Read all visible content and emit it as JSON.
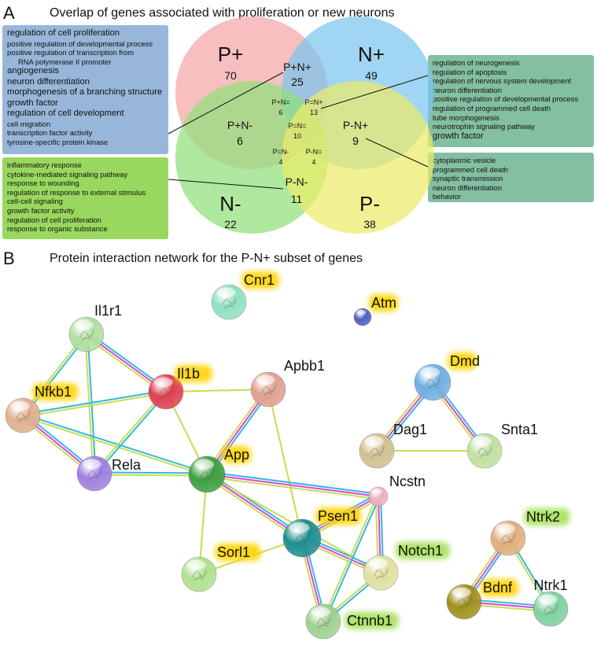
{
  "panel_a": {
    "letter": "A",
    "title": "Overlap of genes associated with proliferation or new neurons",
    "venn": {
      "sets": [
        {
          "label": "P+",
          "count": "70",
          "color": "#f4a6a6"
        },
        {
          "label": "N+",
          "count": "49",
          "color": "#7cc5ef"
        },
        {
          "label": "N-",
          "count": "22",
          "color": "#8fe07a"
        },
        {
          "label": "P-",
          "count": "38",
          "color": "#ecec6a"
        }
      ],
      "regions": [
        {
          "label": "P+N+",
          "count": "25"
        },
        {
          "label": "P+N-",
          "count": "6"
        },
        {
          "label": "P-N+",
          "count": "9"
        },
        {
          "label": "P-N-",
          "count": "11"
        },
        {
          "label": "P+N=",
          "count": "6"
        },
        {
          "label": "P=N+",
          "count": "13"
        },
        {
          "label": "P=N=",
          "count": "10"
        },
        {
          "label": "P=N-",
          "count": "4"
        },
        {
          "label": "P-N=",
          "count": "4"
        }
      ]
    },
    "term_boxes": [
      {
        "id": "p_plus_n_plus",
        "color": "#97b6d9",
        "terms": [
          {
            "text": "regulation of cell proliferation",
            "large": true
          },
          {
            "text": "positive regulation of developmental process"
          },
          {
            "text": "positive regulation of transcription from"
          },
          {
            "text": "RNA polymerase II promoter",
            "indent": true
          },
          {
            "text": "angiogenesis",
            "large": true
          },
          {
            "text": "neuron differentiation",
            "large": true
          },
          {
            "text": "morphogenesis of a branching structure",
            "large": true
          },
          {
            "text": "growth factor",
            "large": true
          },
          {
            "text": "regulation of cell development",
            "large": true
          },
          {
            "text": "cell migration"
          },
          {
            "text": "transcription factor activity"
          },
          {
            "text": "tyrosine-specific protein kinase"
          }
        ]
      },
      {
        "id": "p_minus_n_minus",
        "color": "#98d85e",
        "terms": [
          {
            "text": "inflammatory response"
          },
          {
            "text": "cytokine-mediated signaling pathway"
          },
          {
            "text": "response to wounding"
          },
          {
            "text": "regulation of response to external stimulus"
          },
          {
            "text": "cell-cell signaling"
          },
          {
            "text": "growth factor activity"
          },
          {
            "text": "regulation of cell proliferation"
          },
          {
            "text": "response to organic substance"
          }
        ]
      },
      {
        "id": "p_eq_n_plus",
        "color": "#83bfa1",
        "terms": [
          {
            "text": "regulation of neurogenesis"
          },
          {
            "text": "regulation of apoptosis"
          },
          {
            "text": "regulation of nervous system development"
          },
          {
            "text": "neuron differentiation"
          },
          {
            "text": "positive regulation of developmental process"
          },
          {
            "text": "regulation of programmed cell death"
          },
          {
            "text": "tube morphogenesis"
          },
          {
            "text": "neurotrophin signaling pathway"
          },
          {
            "text": "growth factor",
            "large": true
          }
        ]
      },
      {
        "id": "p_minus_n_plus",
        "color": "#83bfa1",
        "terms": [
          {
            "text": "cytoplasmic vesicle"
          },
          {
            "text": "programmed cell death"
          },
          {
            "text": "synaptic transmission"
          },
          {
            "text": "neuron differentiation"
          },
          {
            "text": "behavior"
          }
        ]
      }
    ]
  },
  "panel_b": {
    "letter": "B",
    "title": "Protein interaction network for the P-N+ subset of genes",
    "nodes": [
      {
        "id": "Cnr1",
        "label": "Cnr1",
        "color": "#8fe0c0",
        "highlight": "orange"
      },
      {
        "id": "Atm",
        "label": "Atm",
        "color": "#5060c0",
        "highlight": "orange"
      },
      {
        "id": "Il1r1",
        "label": "Il1r1",
        "color": "#b0e0a0",
        "highlight": "none"
      },
      {
        "id": "Il1b",
        "label": "Il1b",
        "color": "#e04050",
        "highlight": "orange"
      },
      {
        "id": "Apbb1",
        "label": "Apbb1",
        "color": "#e0a090",
        "highlight": "none"
      },
      {
        "id": "Nfkb1",
        "label": "Nfkb1",
        "color": "#e0b090",
        "highlight": "orange"
      },
      {
        "id": "Rela",
        "label": "Rela",
        "color": "#a080e0",
        "highlight": "none"
      },
      {
        "id": "App",
        "label": "App",
        "color": "#40a040",
        "highlight": "orange"
      },
      {
        "id": "Ncstn",
        "label": "Ncstn",
        "color": "#f0b0c0",
        "highlight": "none"
      },
      {
        "id": "Psen1",
        "label": "Psen1",
        "color": "#209090",
        "highlight": "orange"
      },
      {
        "id": "Sorl1",
        "label": "Sorl1",
        "color": "#b0e090",
        "highlight": "orange"
      },
      {
        "id": "Notch1",
        "label": "Notch1",
        "color": "#e0e0a0",
        "highlight": "green"
      },
      {
        "id": "Ctnnb1",
        "label": "Ctnnb1",
        "color": "#a0d090",
        "highlight": "green"
      },
      {
        "id": "Dmd",
        "label": "Dmd",
        "color": "#70b0e0",
        "highlight": "orange"
      },
      {
        "id": "Dag1",
        "label": "Dag1",
        "color": "#d0c090",
        "highlight": "none"
      },
      {
        "id": "Snta1",
        "label": "Snta1",
        "color": "#c0e0a0",
        "highlight": "none"
      },
      {
        "id": "Ntrk2",
        "label": "Ntrk2",
        "color": "#e0b080",
        "highlight": "green"
      },
      {
        "id": "Bdnf",
        "label": "Bdnf",
        "color": "#a09020",
        "highlight": "orange"
      },
      {
        "id": "Ntrk1",
        "label": "Ntrk1",
        "color": "#80d0a0",
        "highlight": "none"
      }
    ],
    "edges": [
      {
        "source": "Il1r1",
        "target": "Nfkb1",
        "kinds": [
          "cyan",
          "yellow"
        ]
      },
      {
        "source": "Il1r1",
        "target": "Il1b",
        "kinds": [
          "cyan",
          "magenta",
          "yellow"
        ]
      },
      {
        "source": "Il1r1",
        "target": "Rela",
        "kinds": [
          "cyan",
          "yellow"
        ]
      },
      {
        "source": "Nfkb1",
        "target": "Il1b",
        "kinds": [
          "cyan",
          "yellow"
        ]
      },
      {
        "source": "Nfkb1",
        "target": "Rela",
        "kinds": [
          "cyan",
          "magenta",
          "yellow"
        ]
      },
      {
        "source": "Nfkb1",
        "target": "App",
        "kinds": [
          "cyan",
          "yellow"
        ]
      },
      {
        "source": "Il1b",
        "target": "Rela",
        "kinds": [
          "cyan",
          "yellow"
        ]
      },
      {
        "source": "Il1b",
        "target": "App",
        "kinds": [
          "yellow"
        ]
      },
      {
        "source": "Il1b",
        "target": "Apbb1",
        "kinds": [
          "yellow"
        ]
      },
      {
        "source": "Rela",
        "target": "App",
        "kinds": [
          "cyan",
          "yellow"
        ]
      },
      {
        "source": "Apbb1",
        "target": "App",
        "kinds": [
          "cyan",
          "magenta",
          "yellow"
        ]
      },
      {
        "source": "Apbb1",
        "target": "Psen1",
        "kinds": [
          "yellow"
        ]
      },
      {
        "source": "App",
        "target": "Ncstn",
        "kinds": [
          "cyan",
          "magenta",
          "yellow"
        ]
      },
      {
        "source": "App",
        "target": "Psen1",
        "kinds": [
          "cyan",
          "magenta",
          "yellow"
        ]
      },
      {
        "source": "App",
        "target": "Sorl1",
        "kinds": [
          "yellow"
        ]
      },
      {
        "source": "App",
        "target": "Notch1",
        "kinds": [
          "yellow"
        ]
      },
      {
        "source": "Psen1",
        "target": "Ncstn",
        "kinds": [
          "cyan",
          "magenta",
          "yellow"
        ]
      },
      {
        "source": "Psen1",
        "target": "Sorl1",
        "kinds": [
          "yellow"
        ]
      },
      {
        "source": "Psen1",
        "target": "Notch1",
        "kinds": [
          "cyan",
          "magenta",
          "yellow"
        ]
      },
      {
        "source": "Psen1",
        "target": "Ctnnb1",
        "kinds": [
          "cyan",
          "magenta",
          "yellow"
        ]
      },
      {
        "source": "Ncstn",
        "target": "Notch1",
        "kinds": [
          "cyan",
          "magenta",
          "yellow"
        ]
      },
      {
        "source": "Ncstn",
        "target": "Ctnnb1",
        "kinds": [
          "cyan",
          "yellow"
        ]
      },
      {
        "source": "Notch1",
        "target": "Ctnnb1",
        "kinds": [
          "cyan",
          "yellow"
        ]
      },
      {
        "source": "Dmd",
        "target": "Dag1",
        "kinds": [
          "cyan",
          "magenta",
          "yellow"
        ]
      },
      {
        "source": "Dmd",
        "target": "Snta1",
        "kinds": [
          "cyan",
          "magenta",
          "yellow"
        ]
      },
      {
        "source": "Dag1",
        "target": "Snta1",
        "kinds": [
          "yellow"
        ]
      },
      {
        "source": "Ntrk2",
        "target": "Bdnf",
        "kinds": [
          "cyan",
          "magenta",
          "yellow"
        ]
      },
      {
        "source": "Ntrk2",
        "target": "Ntrk1",
        "kinds": [
          "cyan",
          "yellow"
        ]
      },
      {
        "source": "Bdnf",
        "target": "Ntrk1",
        "kinds": [
          "cyan",
          "magenta",
          "yellow"
        ]
      }
    ]
  },
  "colors": {
    "edge_cyan": "#33b8dd",
    "edge_magenta": "#d945d9",
    "edge_yellow": "#c8dc50",
    "highlight_orange": "#ffd400",
    "highlight_green": "#a6e05a",
    "venn_text": "#111111"
  }
}
